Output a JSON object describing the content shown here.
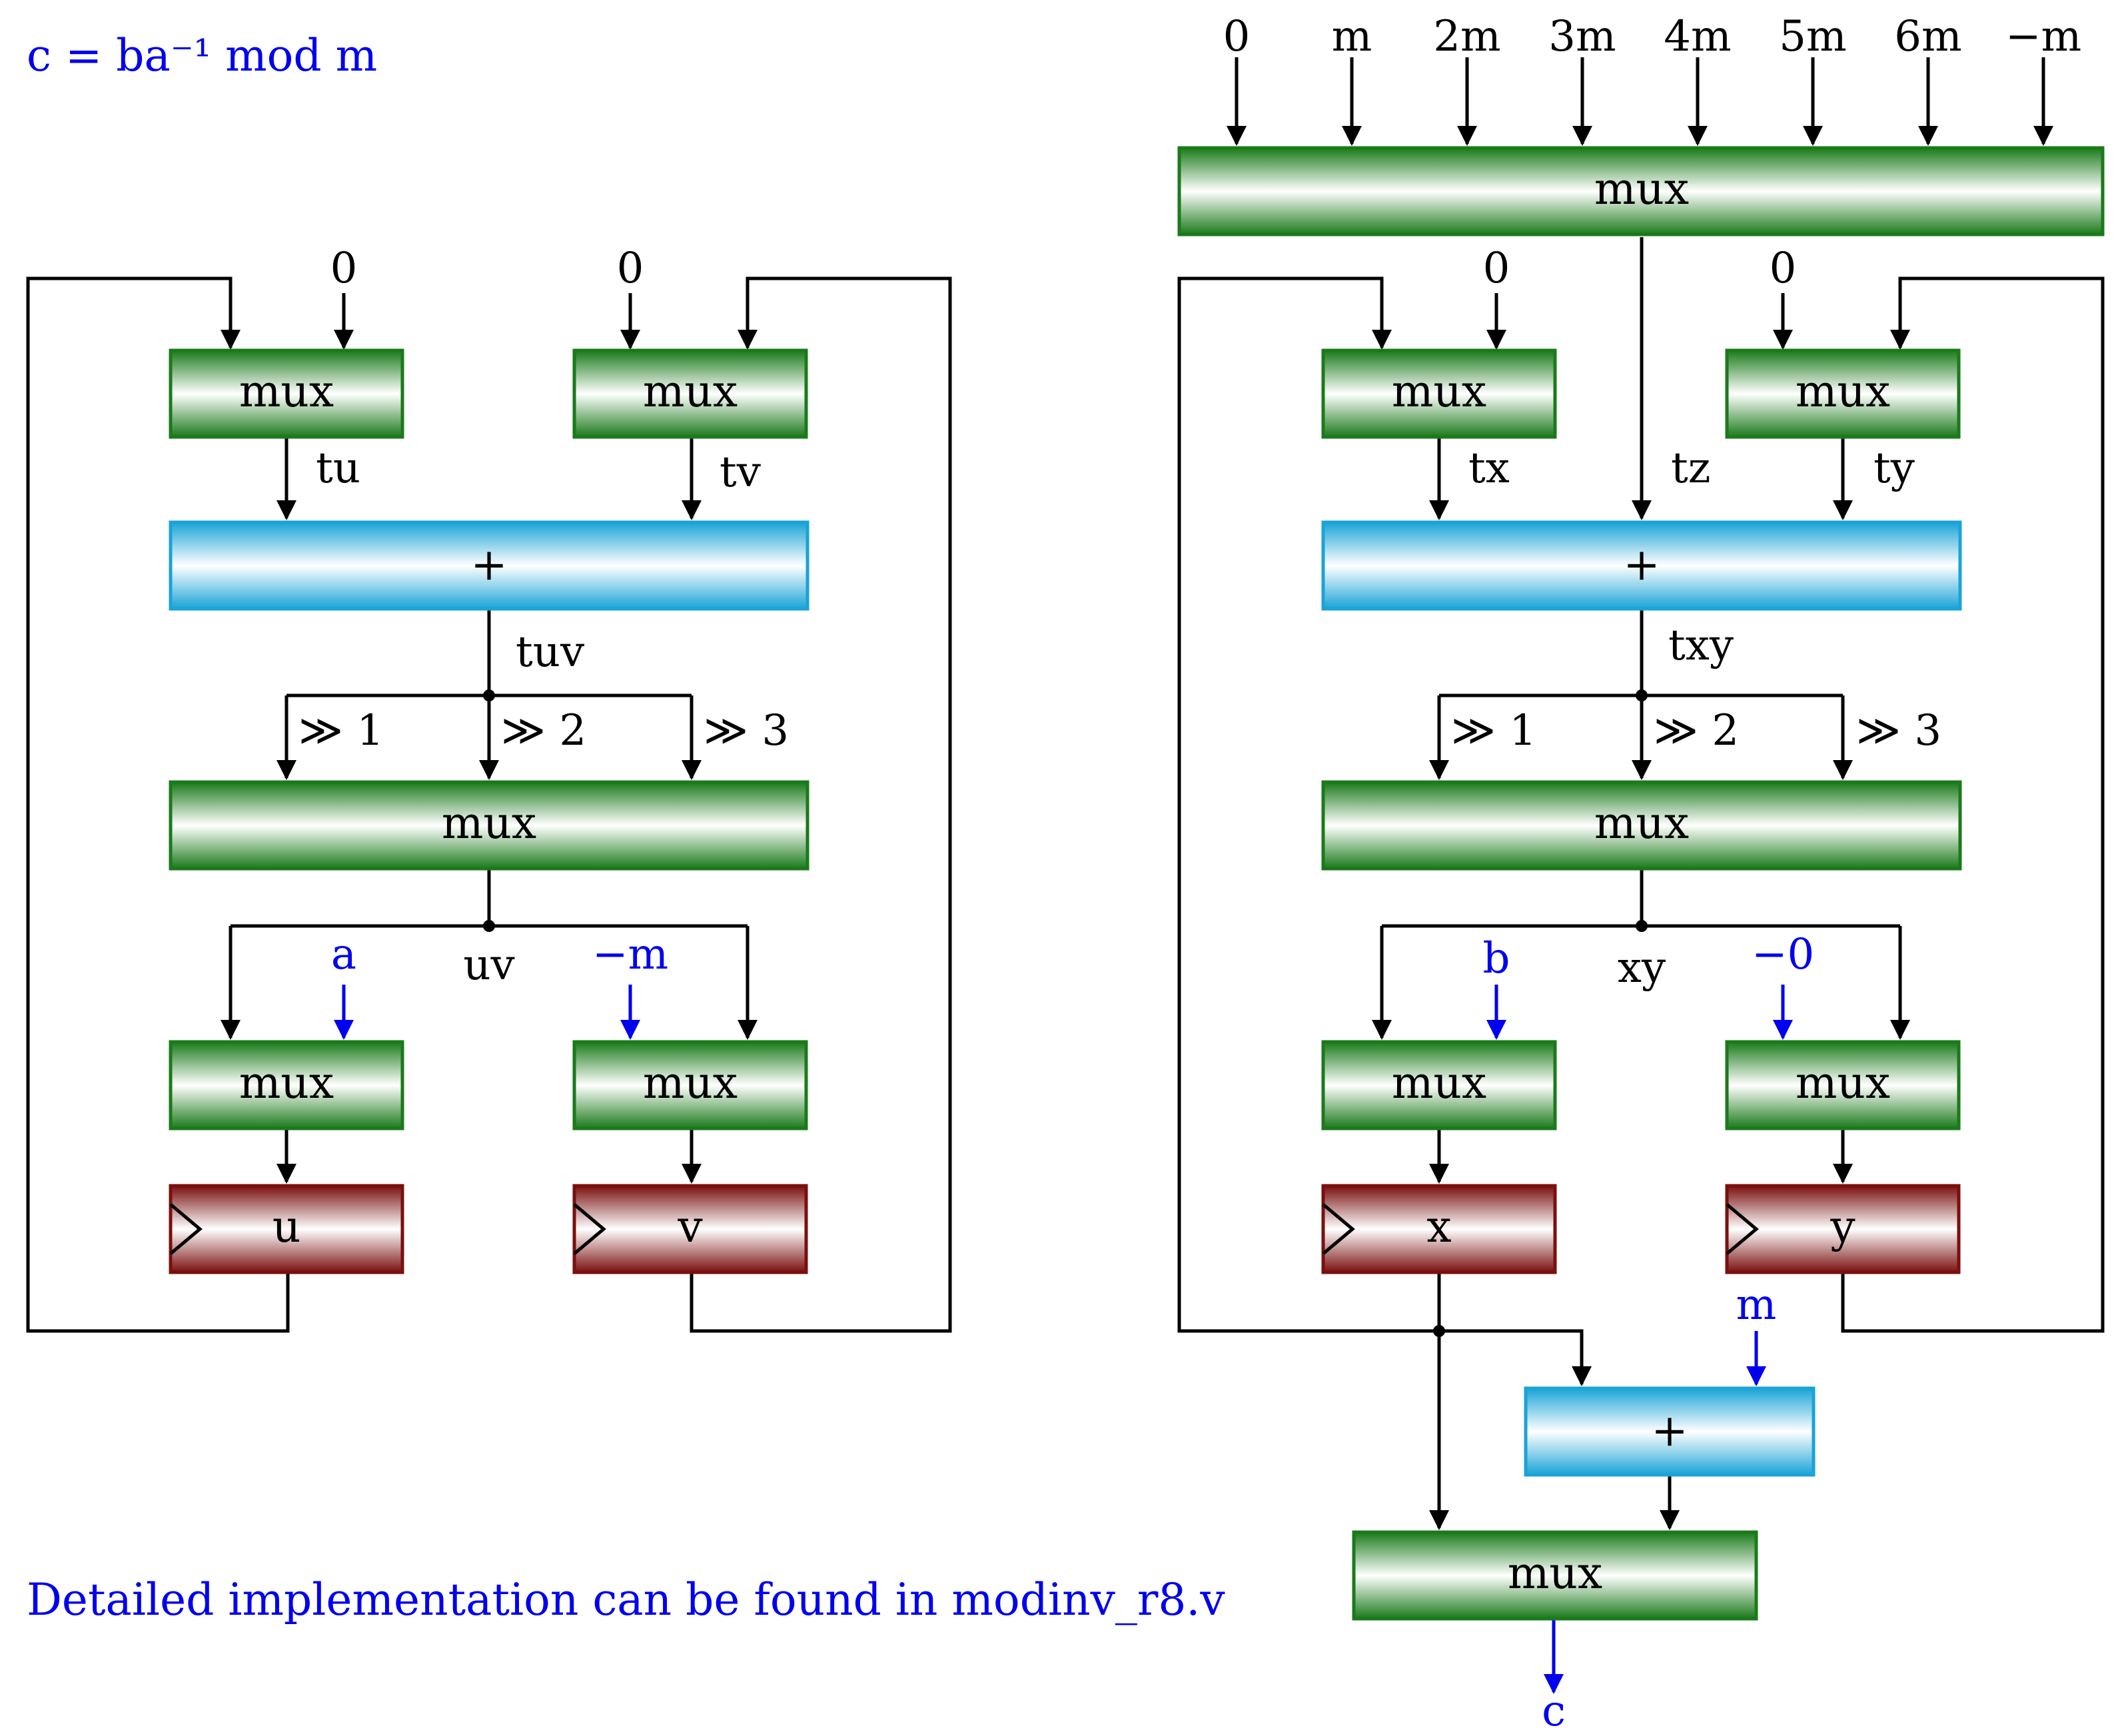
{
  "formula": "c = ba⁻¹ mod m",
  "footer_note": "Detailed implementation can be found in modinv_r8.v",
  "colors": {
    "mux": "#1a7a1a",
    "adder": "#1aa3d6",
    "register": "#7a0f0f",
    "blue_text": "#0000ee",
    "wire": "#000000"
  },
  "left": {
    "mux_tu": "mux",
    "mux_tv": "mux",
    "in_tu_zero": "0",
    "in_tv_zero": "0",
    "sig_tu": "tu",
    "sig_tv": "tv",
    "adder": "+",
    "sig_tuv": "tuv",
    "shift1": "≫ 1",
    "shift2": "≫ 2",
    "shift3": "≫ 3",
    "mux_shift": "mux",
    "sig_uv": "uv",
    "in_a": "a",
    "in_neg_m": "−m",
    "mux_u": "mux",
    "mux_v": "mux",
    "reg_u": "u",
    "reg_v": "v"
  },
  "right": {
    "top_inputs": [
      "0",
      "m",
      "2m",
      "3m",
      "4m",
      "5m",
      "6m",
      "−m"
    ],
    "mux_top": "mux",
    "mux_tx": "mux",
    "mux_ty": "mux",
    "in_tx_zero": "0",
    "in_ty_zero": "0",
    "sig_tx": "tx",
    "sig_tz": "tz",
    "sig_ty": "ty",
    "adder": "+",
    "sig_txy": "txy",
    "shift1": "≫ 1",
    "shift2": "≫ 2",
    "shift3": "≫ 3",
    "mux_shift": "mux",
    "sig_xy": "xy",
    "in_b": "b",
    "in_neg_zero": "−0",
    "mux_x": "mux",
    "mux_y": "mux",
    "reg_x": "x",
    "reg_y": "y",
    "in_m": "m",
    "adder_final": "+",
    "mux_final": "mux",
    "out_c": "c"
  }
}
